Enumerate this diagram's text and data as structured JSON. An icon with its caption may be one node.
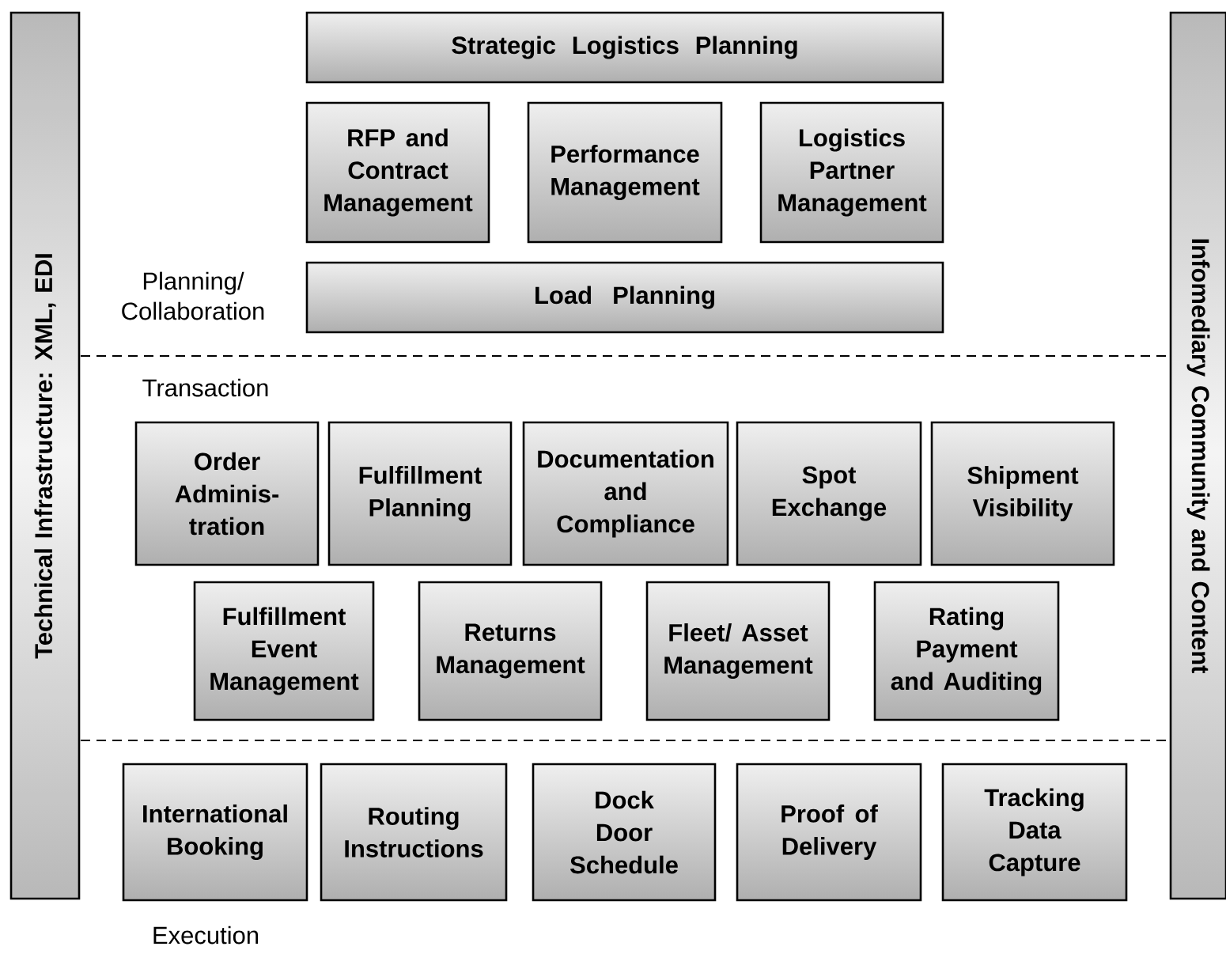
{
  "diagram": {
    "nodes": [
      {
        "text": [
          "Technical Infrastructure: XML, EDI"
        ]
      },
      {
        "text": [
          "Infomediary Community and Content"
        ]
      },
      {
        "text": [
          "Strategic Logistics Planning"
        ]
      },
      {
        "text": [
          "RFP and Contract Management"
        ]
      },
      {
        "text": [
          "Performance Management"
        ]
      },
      {
        "text": [
          "Logistics Partner Management"
        ]
      },
      {
        "text": [
          "Load Planning"
        ]
      },
      {
        "text": [
          "Order Adminis- tration"
        ]
      },
      {
        "text": [
          "Fulfillment Planning"
        ]
      },
      {
        "text": [
          "Documentation and Compliance"
        ]
      },
      {
        "text": [
          "Spot Exchange"
        ]
      },
      {
        "text": [
          "Shipment Visibility"
        ]
      },
      {
        "text": [
          "Fulfillment Event Management"
        ]
      },
      {
        "text": [
          "Returns Management"
        ]
      },
      {
        "text": [
          "Fleet/ Asset Management"
        ]
      },
      {
        "text": [
          "Rating Payment and Auditing"
        ]
      },
      {
        "text": [
          "International Booking"
        ]
      },
      {
        "text": [
          "Routing Instructions"
        ]
      },
      {
        "text": [
          "Dock Door Schedule"
        ]
      },
      {
        "text": [
          "Proof of Delivery"
        ]
      },
      {
        "text": [
          "Tracking Data Capture"
        ]
      }
    ],
    "labels": [
      "Planning/ Collaboration",
      "Transaction",
      "Execution"
    ]
  }
}
